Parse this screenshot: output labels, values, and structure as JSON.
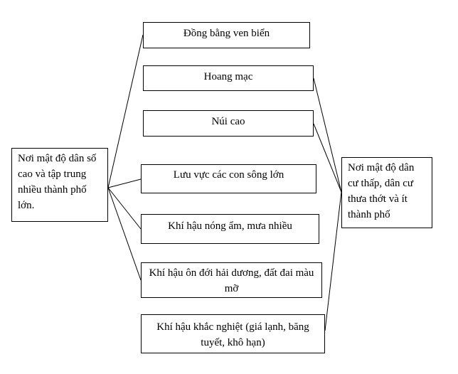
{
  "left_box": {
    "text": "Nơi mật độ dân số cao và tập trung nhiều thành phố lớn."
  },
  "right_box": {
    "text": "Nơi mật độ dân cư thấp, dân cư thưa thớt và ít thành phố"
  },
  "factors": [
    {
      "id": "dong-bang-ven-bien",
      "text": "Đồng bằng ven biển",
      "links_to": "left"
    },
    {
      "id": "hoang-mac",
      "text": "Hoang mạc",
      "links_to": "right"
    },
    {
      "id": "nui-cao",
      "text": "Núi cao",
      "links_to": "right"
    },
    {
      "id": "luu-vuc-song",
      "text": "Lưu vực các con sông lớn",
      "links_to": "left"
    },
    {
      "id": "khi-hau-nong-am",
      "text": "Khí hậu nóng ẩm, mưa nhiều",
      "links_to": "left"
    },
    {
      "id": "khi-hau-on-doi",
      "text": "Khí hậu ôn đới hải dương, đất đai màu mỡ",
      "links_to": "left"
    },
    {
      "id": "khi-hau-khac-nghiet",
      "text": "Khí hậu khắc nghiệt (giá lạnh, băng tuyết, khô hạn)",
      "links_to": "right"
    }
  ],
  "colors": {
    "line": "#000000",
    "border": "#000000",
    "background": "#ffffff"
  }
}
